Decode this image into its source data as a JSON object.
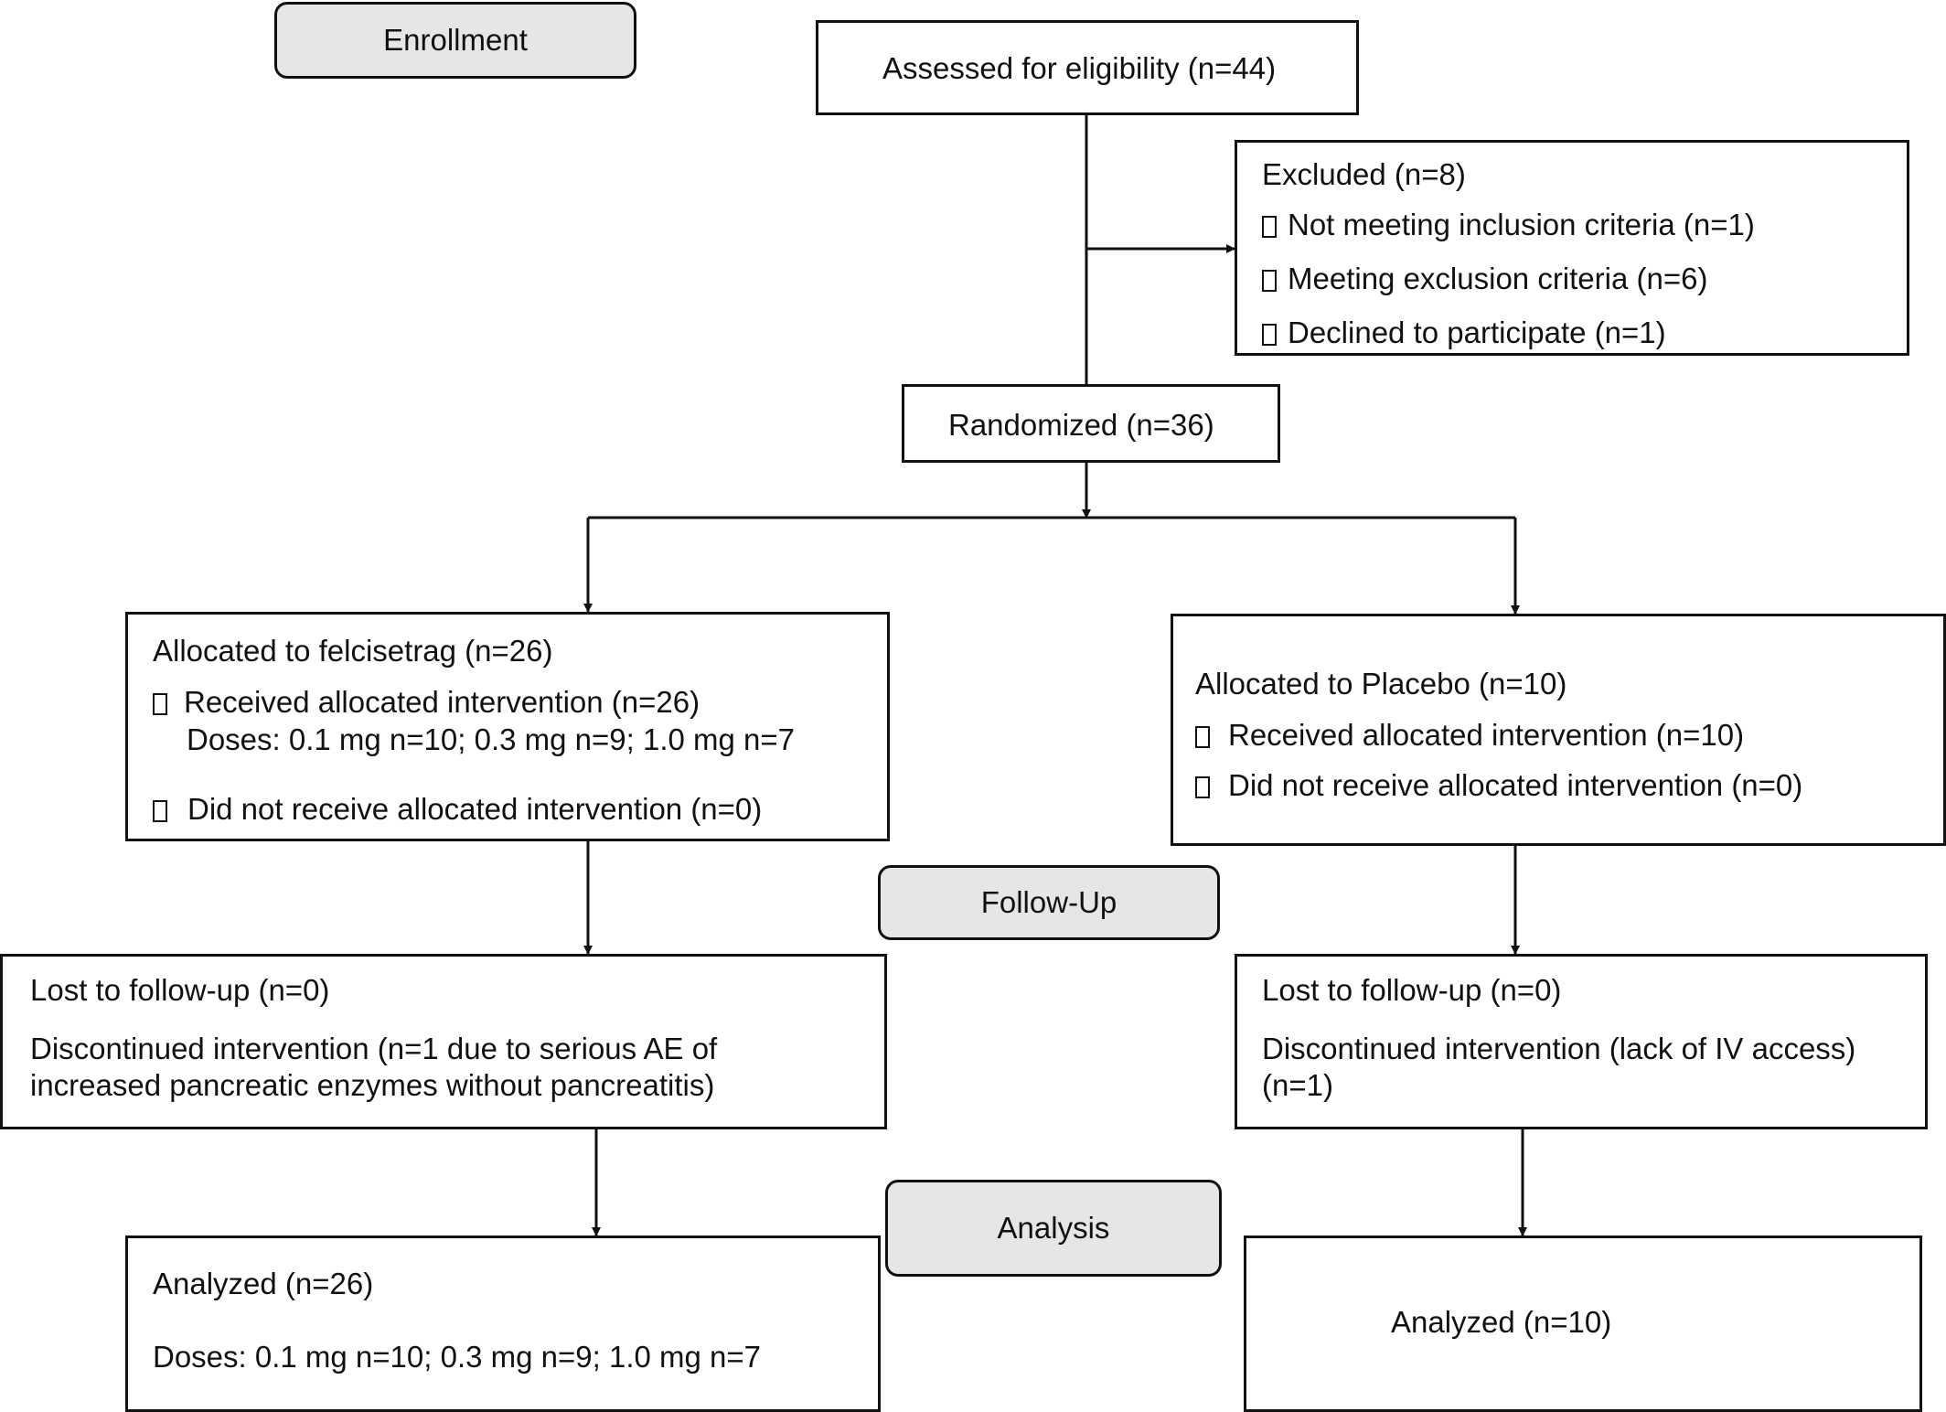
{
  "stages": {
    "enrollment": "Enrollment",
    "follow_up": "Follow-Up",
    "analysis": "Analysis"
  },
  "assessed": "Assessed for eligibility (n=44)",
  "excluded": {
    "title": "Excluded (n=8)",
    "items": [
      "Not meeting inclusion criteria (n=1)",
      "Meeting exclusion criteria (n=6)",
      "Declined to participate (n=1)"
    ]
  },
  "randomized": "Randomized (n=36)",
  "felcisetrag_arm": {
    "allocation": {
      "title": "Allocated to felcisetrag (n=26)",
      "received": "Received allocated intervention (n=26)",
      "doses": "Doses: 0.1 mg n=10; 0.3 mg n=9; 1.0 mg n=7",
      "not_received": "Did not receive allocated intervention (n=0)"
    },
    "follow_up": {
      "lost": "Lost to follow-up (n=0)",
      "discontinued_line1": "Discontinued intervention (n=1 due to serious AE of",
      "discontinued_line2": "increased pancreatic enzymes without pancreatitis)"
    },
    "analysis": {
      "analyzed": "Analyzed (n=26)",
      "doses": "Doses: 0.1 mg n=10; 0.3 mg n=9; 1.0 mg n=7"
    }
  },
  "placebo_arm": {
    "allocation": {
      "title": "Allocated to Placebo (n=10)",
      "received": "Received allocated intervention (n=10)",
      "not_received": "Did not receive allocated intervention (n=0)"
    },
    "follow_up": {
      "lost": "Lost to follow-up (n=0)",
      "discontinued_line1": "Discontinued intervention (lack of IV access)",
      "discontinued_line2": "(n=1)"
    },
    "analysis": {
      "analyzed": "Analyzed (n=10)"
    }
  }
}
